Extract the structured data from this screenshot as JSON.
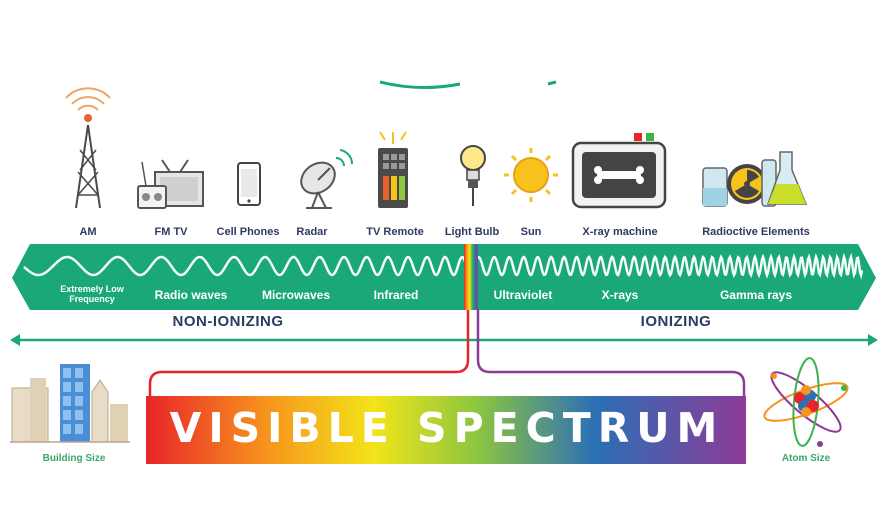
{
  "sources": [
    {
      "id": "am",
      "label": "AM",
      "icon": "radio-tower-icon"
    },
    {
      "id": "fm-tv",
      "label": "FM  TV",
      "icon": "radio-tv-icon"
    },
    {
      "id": "cell",
      "label": "Cell Phones",
      "icon": "cell-phone-icon"
    },
    {
      "id": "radar",
      "label": "Radar",
      "icon": "radar-dish-icon"
    },
    {
      "id": "remote",
      "label": "TV Remote",
      "icon": "tv-remote-icon"
    },
    {
      "id": "bulb",
      "label": "Light Bulb",
      "icon": "light-bulb-icon"
    },
    {
      "id": "sun",
      "label": "Sun",
      "icon": "sun-icon"
    },
    {
      "id": "xray",
      "label": "X-ray machine",
      "icon": "xray-machine-icon"
    },
    {
      "id": "radioactive",
      "label": "Radioctive Elements",
      "icon": "radioactive-elements-icon"
    }
  ],
  "waves": [
    {
      "id": "elf",
      "label": "Extremely Low Frequency"
    },
    {
      "id": "radio",
      "label": "Radio waves"
    },
    {
      "id": "micro",
      "label": "Microwaves"
    },
    {
      "id": "ir",
      "label": "Infrared"
    },
    {
      "id": "uv",
      "label": "Ultraviolet"
    },
    {
      "id": "xrays",
      "label": "X-rays"
    },
    {
      "id": "gamma",
      "label": "Gamma rays"
    }
  ],
  "ionization": {
    "non_ionizing": "NON-IONIZING",
    "ionizing": "IONIZING"
  },
  "visible": {
    "title": "VISIBLE SPECTRUM"
  },
  "sizes": {
    "building": "Building Size",
    "atom": "Atom Size"
  },
  "colors": {
    "band": "#1aa878",
    "navy": "#2f3a63",
    "arrow": "#1aa878",
    "size_label": "#3aa86a"
  }
}
